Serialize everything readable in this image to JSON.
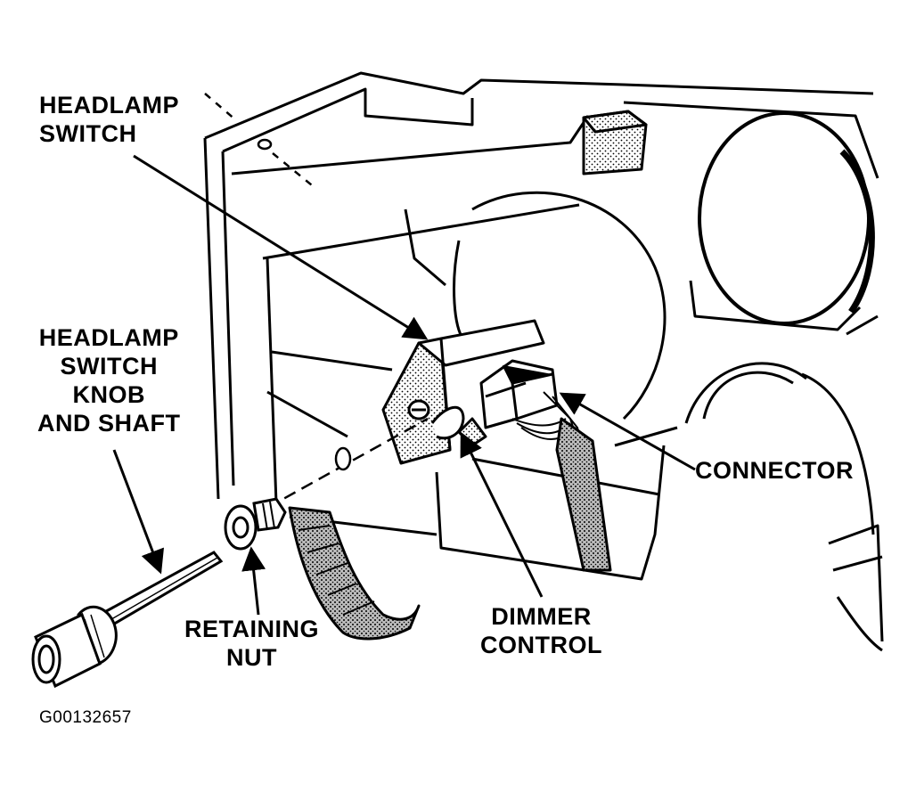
{
  "figure_id": "G00132657",
  "labels": {
    "headlamp_switch": "HEADLAMP\nSWITCH",
    "knob_and_shaft": "HEADLAMP\nSWITCH\nKNOB\nAND SHAFT",
    "retaining_nut": "RETAINING\nNUT",
    "dimmer_control": "DIMMER\nCONTROL",
    "connector": "CONNECTOR"
  },
  "colors": {
    "ink": "#000000",
    "paper": "#ffffff"
  }
}
